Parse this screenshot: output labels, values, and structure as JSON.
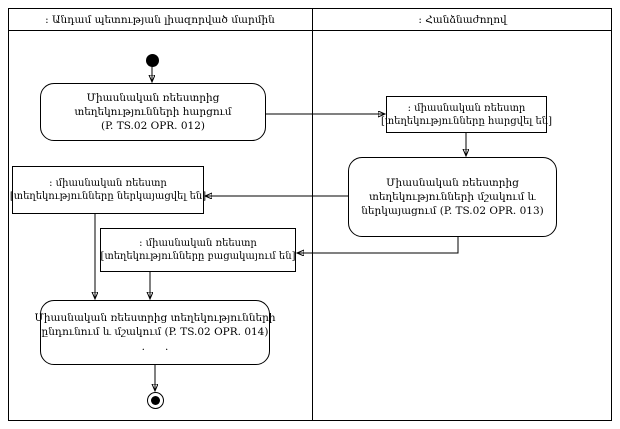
{
  "lanes": {
    "left": {
      "title": ": Անդամ պետության լիազորված մարմին"
    },
    "right": {
      "title": ": Հանձնաժողով"
    }
  },
  "nodes": {
    "activity_request": {
      "lines": [
        "Միասնական ռեեստրից",
        "տեղեկությունների հարցում",
        "(P. TS.02 OPR. 012)"
      ]
    },
    "object_requested": {
      "lines": [
        ": միասնական ռեեստր",
        "[տեղեկությունները հարցվել են]"
      ]
    },
    "activity_process": {
      "lines": [
        "Միասնական ռեեստրից",
        "տեղեկությունների մշակում և",
        "ներկայացում (P. TS.02 OPR. 013)"
      ]
    },
    "object_presented": {
      "lines": [
        ": միասնական ռեեստր",
        "[տեղեկությունները ներկայացվել են]"
      ]
    },
    "object_missing": {
      "lines": [
        ": միասնական ռեեստր",
        "[տեղեկությունները բացակայում են]"
      ]
    },
    "activity_receive": {
      "lines": [
        "Միասնական ռեեստրից տեղեկությունների",
        "ընդունում և մշակում (P. TS.02 OPR. 014)",
        ".      ."
      ]
    }
  },
  "colors": {
    "line": "#000000",
    "node_fill": "#ffffff",
    "background": "#ffffff"
  }
}
